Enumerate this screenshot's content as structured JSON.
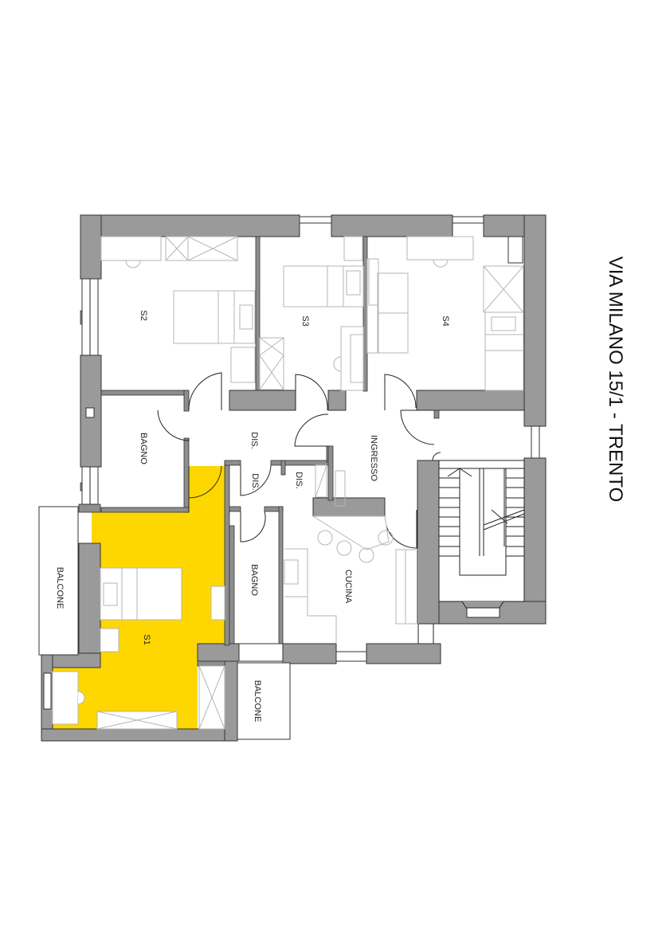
{
  "title": "VIA MILANO 15/1 - TRENTO",
  "colors": {
    "highlight": "#FFD700",
    "wall": "#9a9a9a",
    "line": "#222222",
    "furniture": "#b5b5b5",
    "background": "#ffffff"
  },
  "rooms": {
    "s1": "S1",
    "s2": "S2",
    "s3": "S3",
    "s4": "S4",
    "bagno_1": "BAGNO",
    "bagno_2": "BAGNO",
    "dis_1": "DIS.",
    "dis_2": "DIS.",
    "dis_3": "DIS.",
    "ingresso": "INGRESSO",
    "cucina": "CUCINA",
    "balcone_1": "BALCONE",
    "balcone_2": "BALCONE"
  },
  "highlighted_room": "S1"
}
